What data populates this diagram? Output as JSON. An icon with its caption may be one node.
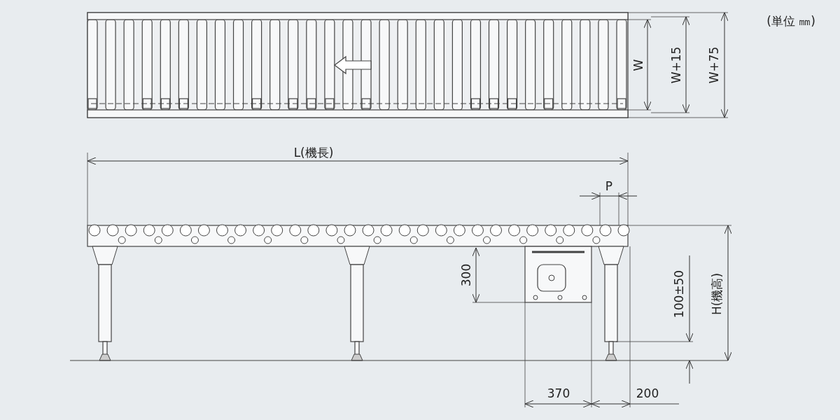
{
  "diagram": {
    "labels": [
      "(単位 ㎜)",
      "W",
      "W+15",
      "W+75",
      "L(機長)",
      "P",
      "300",
      "100±50",
      "H(機高)",
      "370",
      "200"
    ]
  }
}
